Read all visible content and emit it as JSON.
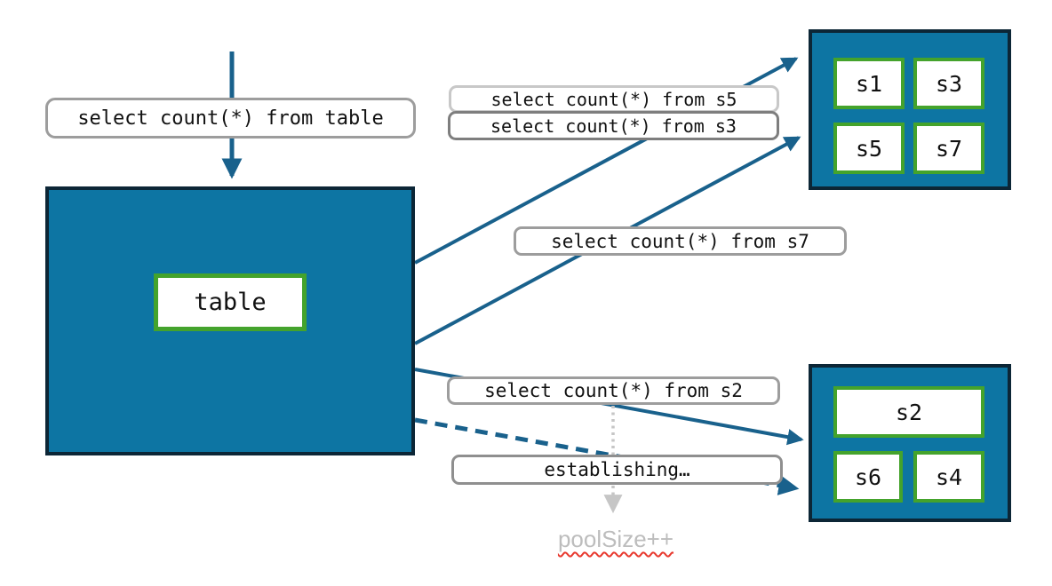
{
  "diagram": {
    "table_box": {
      "label": "table"
    },
    "labels": {
      "query_table": "select count(*) from table",
      "query_s5": "select count(*) from s5",
      "query_s3": "select count(*) from s3",
      "query_s7": "select count(*) from s7",
      "query_s2": "select count(*) from s2",
      "establishing": "establishing…"
    },
    "pool_note": "poolSize++",
    "shard_group_top": [
      "s1",
      "s3",
      "s5",
      "s7"
    ],
    "shard_group_bottom": [
      "s2",
      "s6",
      "s4"
    ],
    "colors": {
      "box_fill": "#0d75a3",
      "box_border": "#0c2636",
      "shard_border": "#44a32c",
      "arrow": "#19618c",
      "label_border": "#9d9d9d",
      "label_border_light": "#c8c8c8",
      "label_border_dark": "#7e7e7e",
      "muted_text": "#bdbdbd",
      "squiggle": "#e8392e"
    }
  }
}
